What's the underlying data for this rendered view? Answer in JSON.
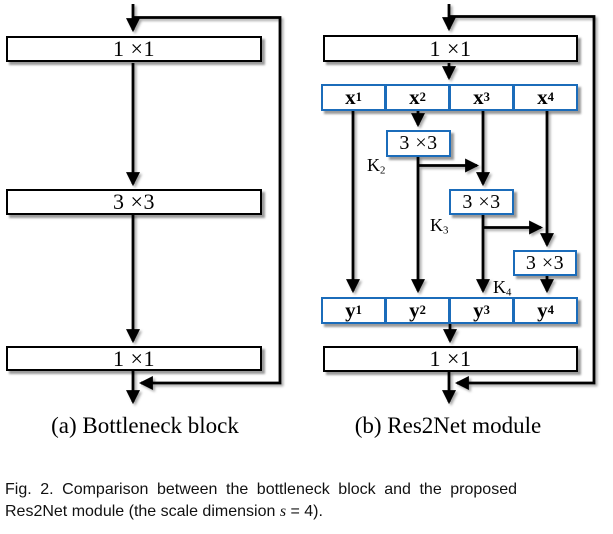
{
  "figure": {
    "colors": {
      "split_border_blue": "#1b6cba",
      "box_border_black": "#000000"
    },
    "panel_a": {
      "conv1": "1 ×1",
      "conv2": "3 ×3",
      "conv3": "1 ×1",
      "caption": "(a) Bottleneck block"
    },
    "panel_b": {
      "conv_top": "1 ×1",
      "conv_bottom": "1 ×1",
      "split_labels": [
        {
          "base": "x",
          "sub": "1"
        },
        {
          "base": "x",
          "sub": "2"
        },
        {
          "base": "x",
          "sub": "3"
        },
        {
          "base": "x",
          "sub": "4"
        }
      ],
      "mid_convs": [
        {
          "label": "3 ×3"
        },
        {
          "label": "3 ×3"
        },
        {
          "label": "3 ×3"
        }
      ],
      "k_labels": [
        {
          "base": "K",
          "sub": "2"
        },
        {
          "base": "K",
          "sub": "3"
        },
        {
          "base": "K",
          "sub": "4"
        }
      ],
      "out_labels": [
        {
          "base": "y",
          "sub": "1"
        },
        {
          "base": "y",
          "sub": "2"
        },
        {
          "base": "y",
          "sub": "3"
        },
        {
          "base": "y",
          "sub": "4"
        }
      ],
      "caption": "(b) Res2Net module"
    },
    "caption": {
      "line1": "Fig. 2. Comparison between the bottleneck block and the proposed",
      "line2_pre": "Res2Net module (the scale dimension ",
      "line2_math": "s",
      "line2_post": " = 4)."
    }
  }
}
